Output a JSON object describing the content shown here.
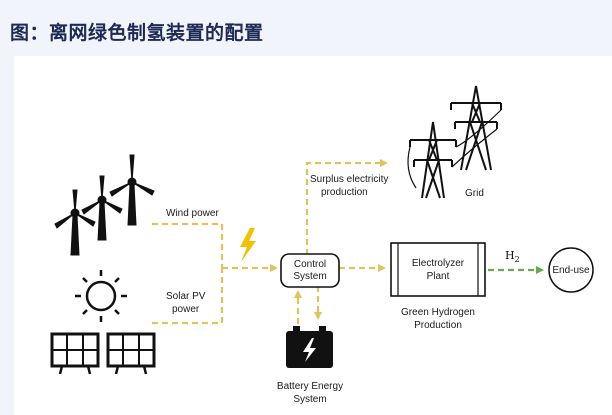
{
  "header": {
    "title": "图：离网绿色制氢装置的配置"
  },
  "labels": {
    "wind_power": "Wind power",
    "solar_line1": "Solar PV",
    "solar_line2": "power",
    "surplus_line1": "Surplus electricity",
    "surplus_line2": "production",
    "grid": "Grid",
    "control_line1": "Control",
    "control_line2": "System",
    "electrolyzer_line1": "Electrolyzer",
    "electrolyzer_line2": "Plant",
    "green_line1": "Green Hydrogen",
    "green_line2": "Production",
    "h2": "H",
    "h2_sub": "2",
    "end_use": "End-use",
    "battery_line1": "Battery Energy",
    "battery_line2": "System"
  },
  "colors": {
    "power_flow": "#e0c35a",
    "hydrogen_flow": "#6aa84f",
    "lightning": "#f2c200",
    "title": "#1d2a56"
  }
}
